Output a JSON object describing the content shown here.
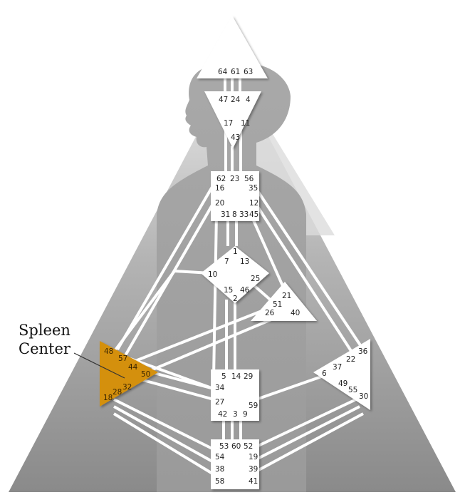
{
  "callout": {
    "line1": "Spleen",
    "line2": "Center"
  },
  "colors": {
    "spleen_fill": "#d4900f",
    "center_fill": "#ffffff",
    "background_dark": "#8c8c8c",
    "background_light": "#d6d6d6",
    "channel": "#ffffff"
  },
  "centers": [
    {
      "id": "head",
      "gates": [
        "64",
        "61",
        "63"
      ]
    },
    {
      "id": "ajna",
      "gates": [
        "47",
        "24",
        "4",
        "17",
        "11",
        "43"
      ]
    },
    {
      "id": "throat",
      "gates": [
        "62",
        "23",
        "56",
        "16",
        "35",
        "20",
        "12",
        "31",
        "8",
        "33",
        "45"
      ]
    },
    {
      "id": "g-center",
      "gates": [
        "1",
        "7",
        "13",
        "10",
        "25",
        "15",
        "46",
        "2"
      ]
    },
    {
      "id": "heart",
      "gates": [
        "21",
        "51",
        "26",
        "40"
      ]
    },
    {
      "id": "spleen",
      "gates": [
        "48",
        "57",
        "44",
        "50",
        "32",
        "28",
        "18"
      ]
    },
    {
      "id": "solar-plexus",
      "gates": [
        "36",
        "22",
        "37",
        "6",
        "49",
        "55",
        "30"
      ]
    },
    {
      "id": "sacral",
      "gates": [
        "5",
        "14",
        "29",
        "34",
        "27",
        "59",
        "42",
        "3",
        "9"
      ]
    },
    {
      "id": "root",
      "gates": [
        "53",
        "60",
        "52",
        "54",
        "19",
        "38",
        "39",
        "58",
        "41"
      ]
    }
  ]
}
